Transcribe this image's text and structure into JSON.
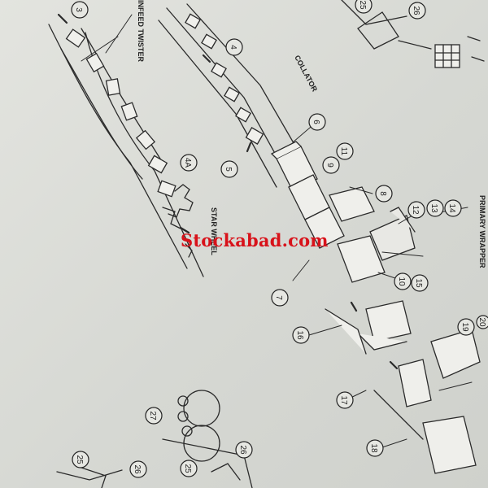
{
  "callouts": [
    "3",
    "4",
    "4A",
    "5",
    "6",
    "7",
    "8",
    "9",
    "10",
    "11",
    "12",
    "13",
    "14",
    "15",
    "16",
    "17",
    "18",
    "19",
    "20",
    "25",
    "26",
    "27"
  ],
  "labels": {
    "infeed_twister": "INFEED TWISTER",
    "collator": "COLLATOR",
    "star_wheel": "STAR WHEEL",
    "primary_wrapper": "PRIMARY WRAPPER"
  },
  "watermark": "Stockabad.com",
  "colors": {
    "paper": "#dcded9",
    "ink": "#222222",
    "watermark": "#d8121a"
  }
}
